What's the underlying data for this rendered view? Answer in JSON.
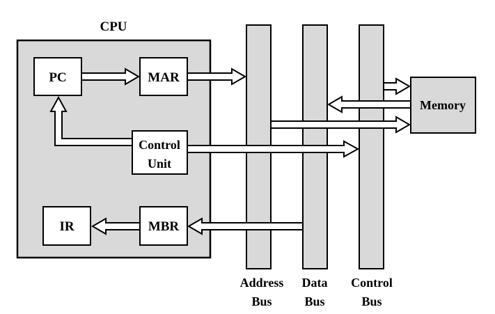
{
  "cpu": {
    "title": "CPU",
    "registers": {
      "pc": "PC",
      "mar": "MAR",
      "ir": "IR",
      "mbr": "MBR"
    },
    "control_unit": {
      "line1": "Control",
      "line2": "Unit"
    }
  },
  "memory": {
    "label": "Memory"
  },
  "buses": {
    "address": {
      "line1": "Address",
      "line2": "Bus"
    },
    "data": {
      "line1": "Data",
      "line2": "Bus"
    },
    "control": {
      "line1": "Control",
      "line2": "Bus"
    }
  },
  "colors": {
    "cpu_fill": "#d9d9d9",
    "bus_fill": "#d9d9d9",
    "memory_fill": "#d9d9d9",
    "box_fill": "#ffffff",
    "stroke": "#000000"
  }
}
